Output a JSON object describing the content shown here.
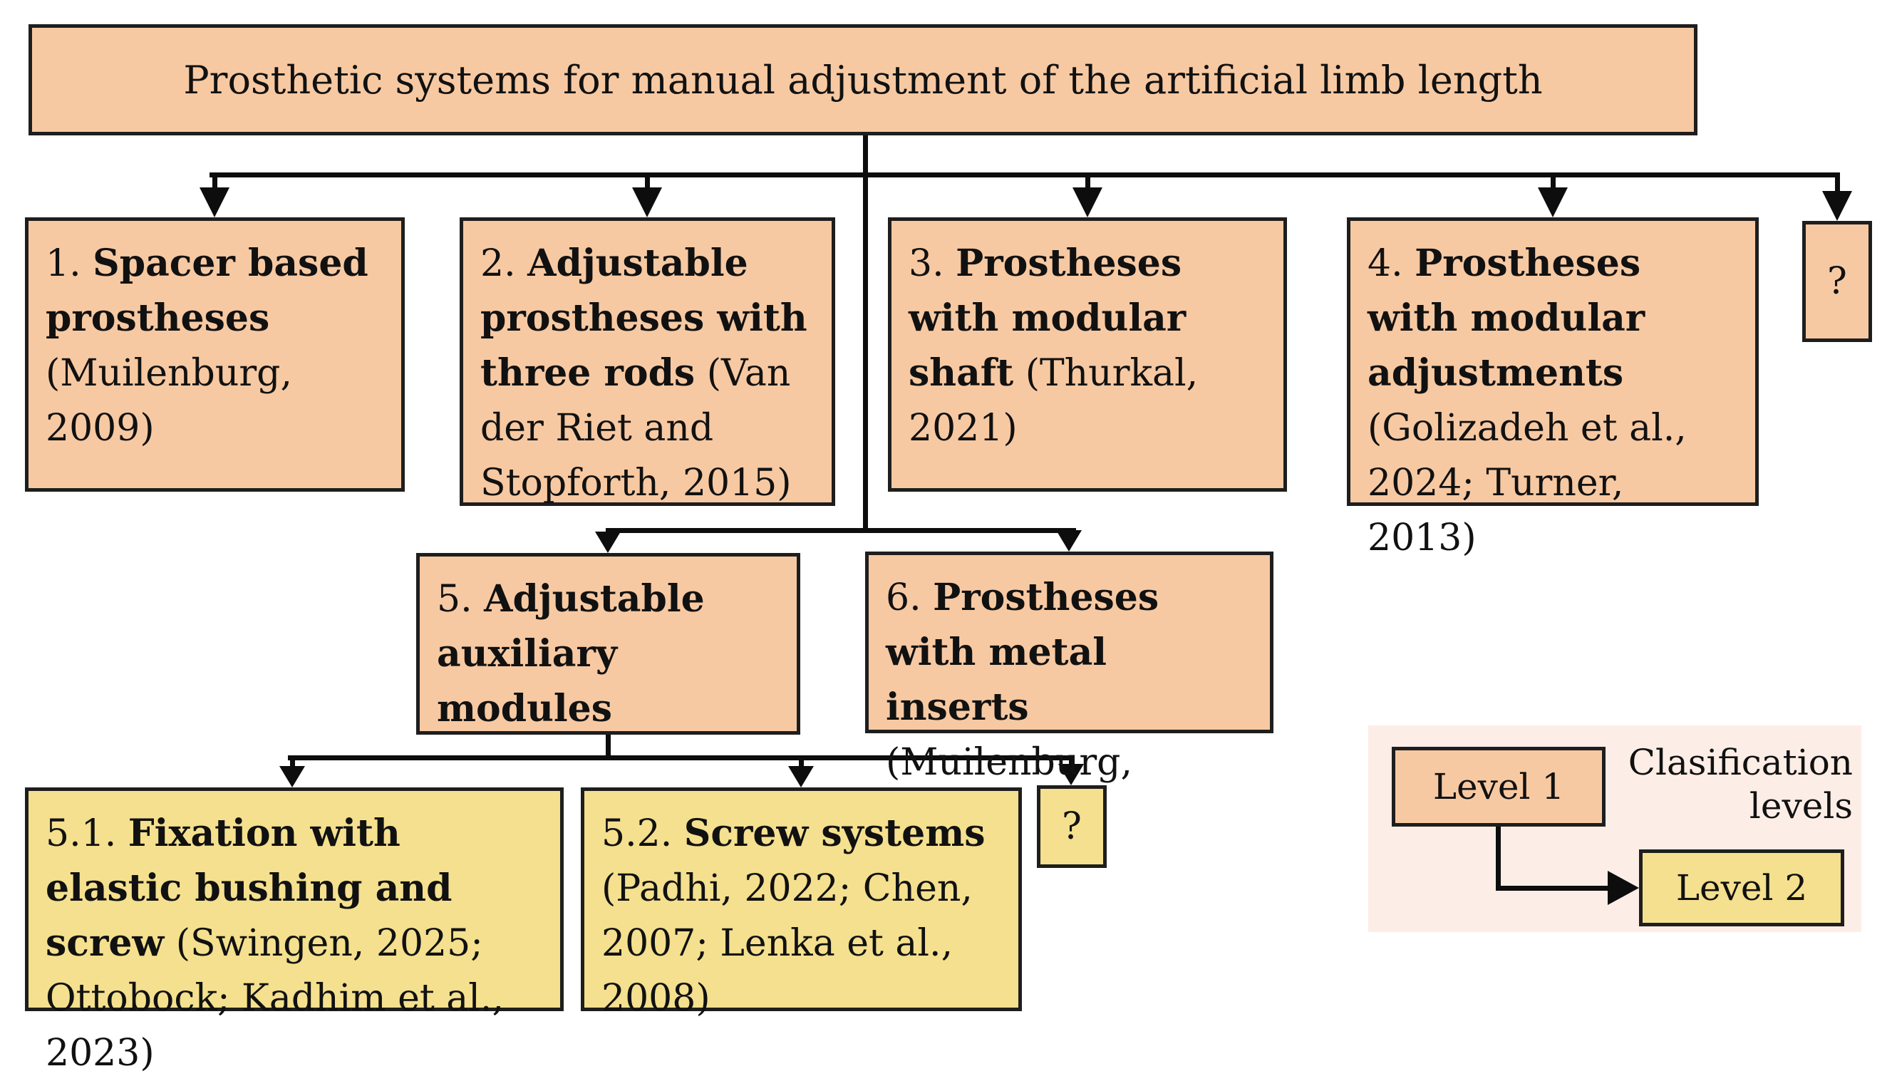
{
  "title": "Prosthetic systems for manual adjustment of the artificial limb length",
  "nodes": {
    "n1": {
      "number": "1. ",
      "name": "Spacer based prostheses",
      "citation": " (Muilenburg, 2009)"
    },
    "n2": {
      "number": "2. ",
      "name": "Adjustable prostheses with three rods",
      "citation": " (Van der Riet and Stopforth, 2015)"
    },
    "n3": {
      "number": "3. ",
      "name": "Prostheses with modular shaft",
      "citation": " (Thurkal, 2021)"
    },
    "n4": {
      "number": "4. ",
      "name": "Prostheses with modular adjustments",
      "citation": " (Golizadeh et al., 2024; Turner, 2013)"
    },
    "n5": {
      "number": "5. ",
      "name": "Adjustable auxiliary modules",
      "citation": ""
    },
    "n6": {
      "number": "6. ",
      "name": "Prostheses with metal inserts",
      "citation": " (Muilenburg, 2009)"
    },
    "n51": {
      "number": "5.1. ",
      "name": "Fixation with elastic bushing and screw",
      "citation": " (Swingen, 2025; Ottobock; Kadhim et al., 2023)"
    },
    "n52": {
      "number": "5.2. ",
      "name": "Screw systems",
      "citation": " (Padhi, 2022; Chen, 2007; Lenka et al., 2008)"
    },
    "unknown_level1": {
      "label": "?"
    },
    "unknown_level2": {
      "label": "?"
    }
  },
  "legend": {
    "level1_label": "Level 1",
    "level2_label": "Level 2",
    "caption_line1": "Clasification",
    "caption_line2": "levels"
  },
  "colors": {
    "level1_fill": "#f7c9a2",
    "level2_fill": "#f4e08e",
    "legend_panel_fill": "#fceee6",
    "box_border": "#1e1e1e",
    "connector": "#0d0d0d"
  }
}
